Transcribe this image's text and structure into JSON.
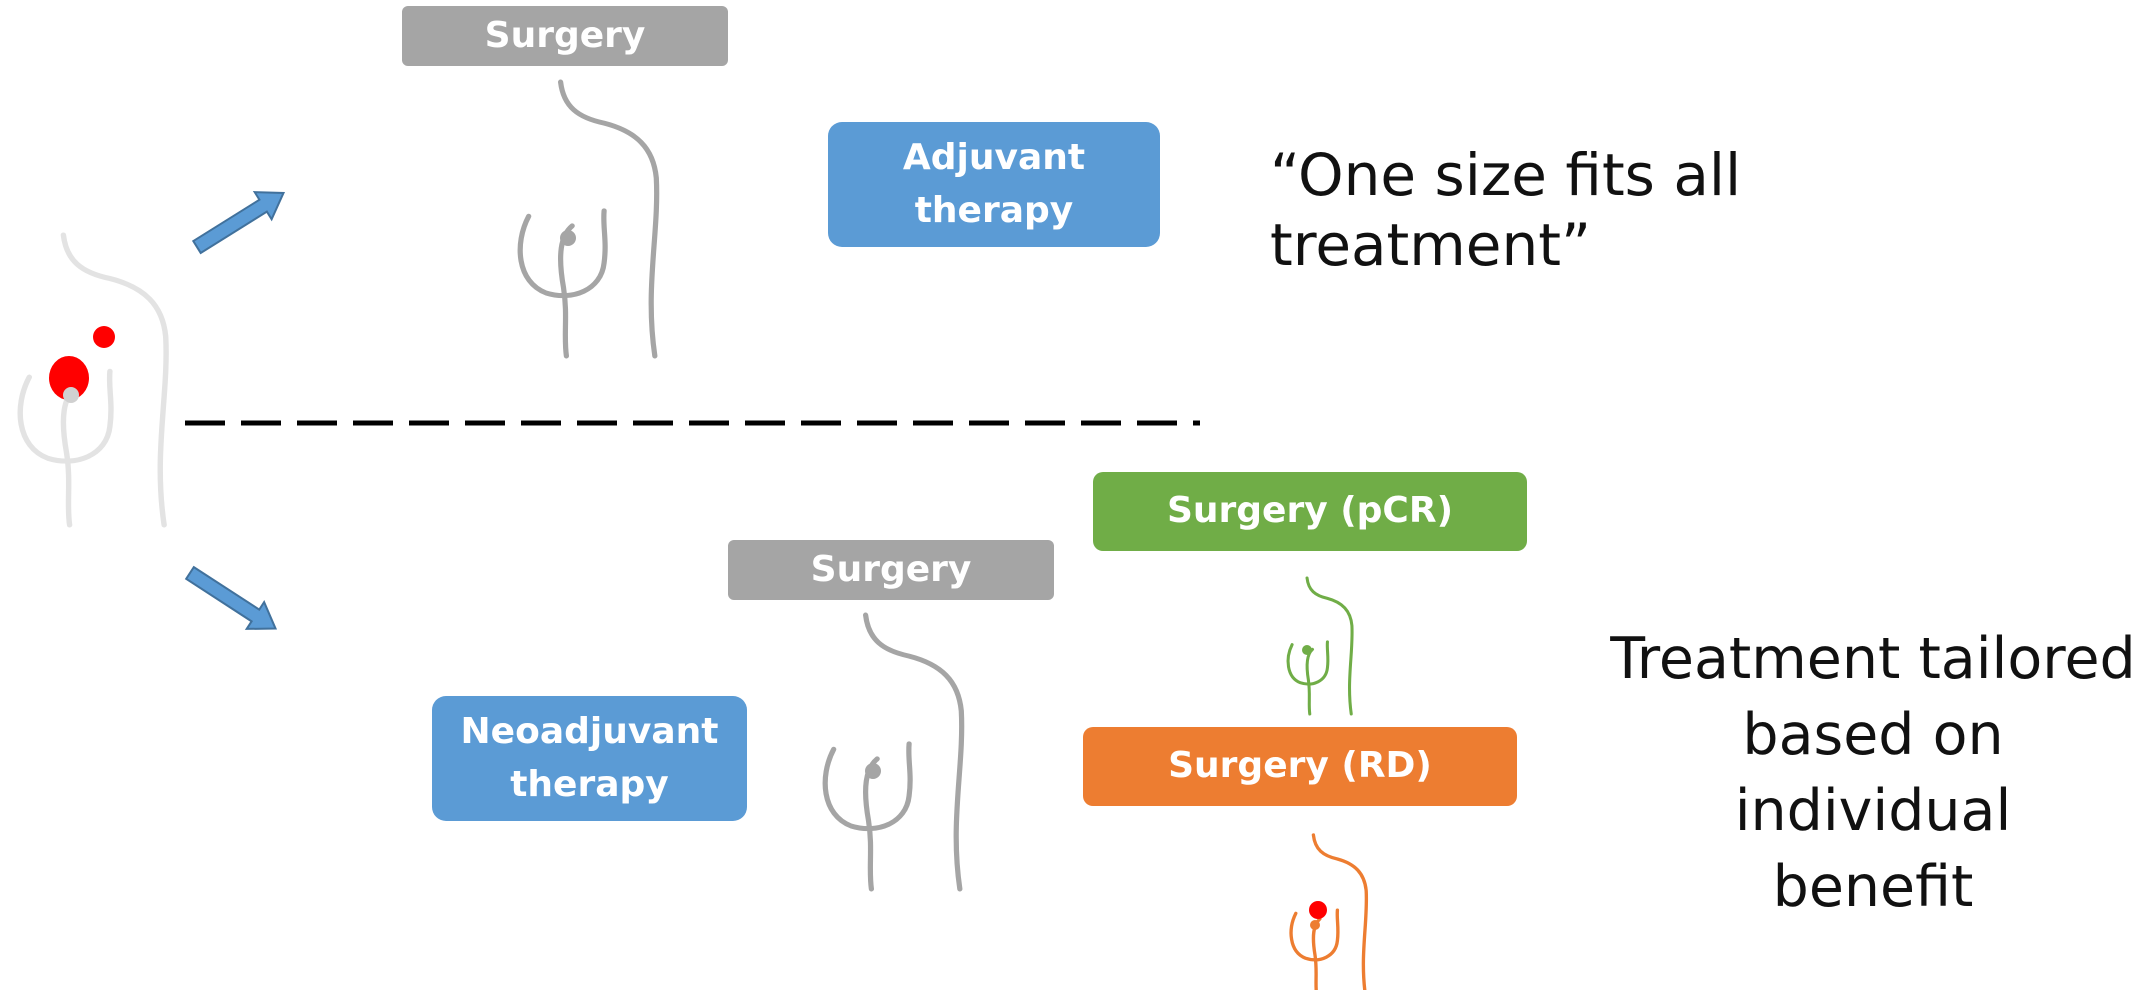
{
  "top_path": {
    "surgery_label": "Surgery",
    "adjuvant_label": "Adjuvant\ntherapy",
    "caption": "“One size fits all treatment”"
  },
  "bottom_path": {
    "neoadjuvant_label": "Neoadjuvant\ntherapy",
    "surgery_label": "Surgery",
    "surgery_pcr_label": "Surgery (pCR)",
    "surgery_rd_label": "Surgery (RD)",
    "caption": "Treatment tailored\nbased on individual\nbenefit"
  },
  "colors": {
    "grey_box": "#a5a5a5",
    "blue_box": "#5b9bd5",
    "green_box": "#70ad47",
    "orange_box": "#ed7d31",
    "tumor_red": "#ff0000",
    "divider": "#000000"
  },
  "icons": {
    "start_figure": "body-silhouette-with-tumor-icon",
    "top_arrow": "arrow-up-right-icon",
    "bottom_arrow": "arrow-down-right-icon",
    "top_surgery_figure": "body-silhouette-grey-icon",
    "bottom_surgery_figure": "body-silhouette-grey-icon",
    "pcr_figure": "body-silhouette-green-icon",
    "rd_figure": "body-silhouette-orange-with-tumor-icon"
  }
}
